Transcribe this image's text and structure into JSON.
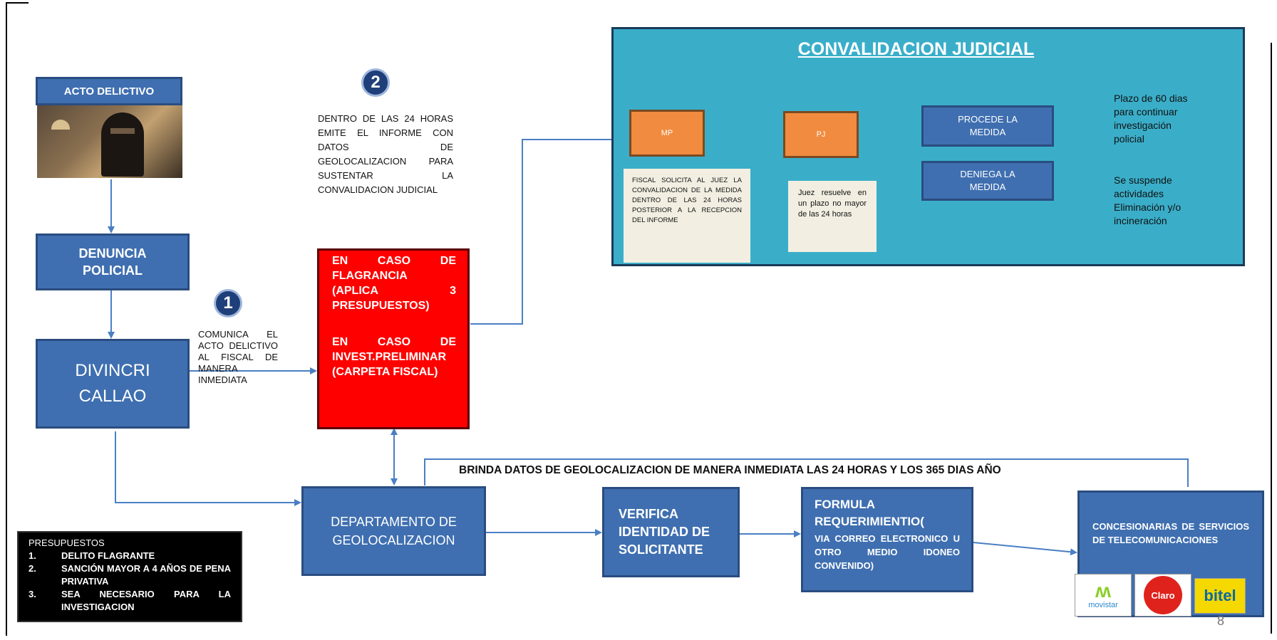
{
  "acto_delictivo": "ACTO DELICTIVO",
  "denuncia_policial": "DENUNCIA POLICIAL",
  "divincri": "DIVINCRI CALLAO",
  "step1_number": "1",
  "step1_text": "COMUNICA EL ACTO DELICTIVO AL FISCAL DE MANERA INMEDIATA",
  "step2_number": "2",
  "step2_text": "DENTRO DE LAS 24 HORAS EMITE EL INFORME CON DATOS DE GEOLOCALIZACION PARA SUSTENTAR LA CONVALIDACION JUDICIAL",
  "red_box": {
    "flagrancia": "EN CASO DE FLAGRANCIA (APLICA 3 PRESUPUESTOS)",
    "invest": "EN CASO DE INVEST.PRELIMINAR (CARPETA FISCAL)"
  },
  "convalidacion": {
    "title": "CONVALIDACION JUDICIAL",
    "mp": "MP",
    "pj": "PJ",
    "procede": "PROCEDE LA MEDIDA",
    "deniega": "DENIEGA LA MEDIDA",
    "fiscal_note": "FISCAL SOLICITA AL JUEZ LA CONVALIDACION DE LA MEDIDA DENTRO DE LAS 24 HORAS POSTERIOR A LA RECEPCION DEL INFORME",
    "juez_note": "Juez resuelve en un plazo no mayor de las 24 horas",
    "plazo": "Plazo de 60 dias para continuar investigación policial",
    "suspende": "Se suspende actividades Eliminación y/o incineración"
  },
  "brinda_datos": "BRINDA DATOS DE GEOLOCALIZACION DE MANERA INMEDIATA LAS 24 HORAS Y LOS 365 DIAS AÑO",
  "departamento": "DEPARTAMENTO DE GEOLOCALIZACION",
  "verifica": "VERIFICA IDENTIDAD DE SOLICITANTE",
  "formula": {
    "heading": "FORMULA REQUERIMIENTIO(",
    "body": "VIA CORREO ELECTRONICO U OTRO MEDIO IDONEO CONVENIDO)"
  },
  "concesionarias": "CONCESIONARIAS DE SERVICIOS DE TELECOMUNICACIONES",
  "logos": [
    "movistar",
    "Claro",
    "bitel"
  ],
  "presupuestos": {
    "title": "PRESUPUESTOS",
    "items": [
      {
        "num": "1.",
        "text": "DELITO FLAGRANTE"
      },
      {
        "num": "2.",
        "text": "SANCIÓN MAYOR A 4 AÑOS DE PENA PRIVATIVA"
      },
      {
        "num": "3.",
        "text": "SEA NECESARIO PARA LA INVESTIGACION"
      }
    ]
  },
  "page_number": "8"
}
